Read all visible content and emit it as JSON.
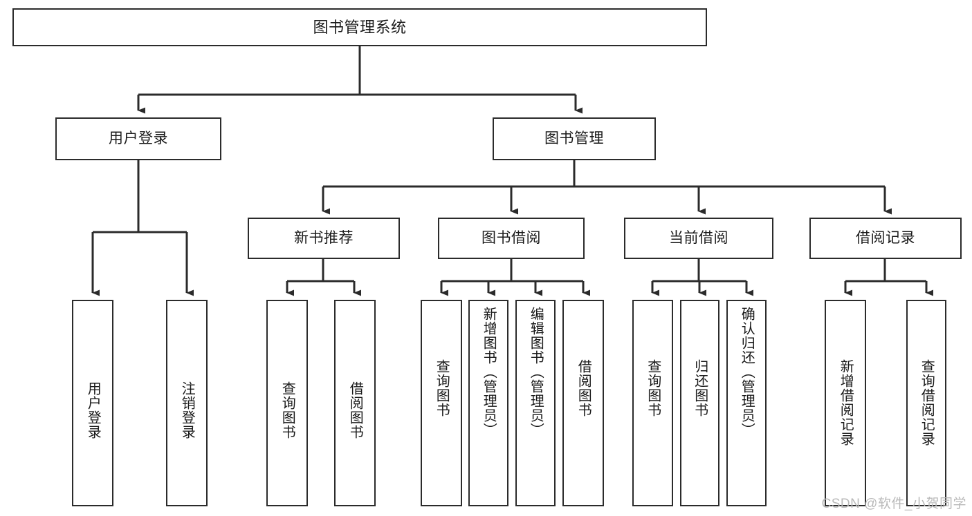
{
  "diagram": {
    "title": "图书管理系统",
    "watermark": "CSDN @软件_小贺同学",
    "line_color": "#2b2b2b",
    "box_border_color": "#2b2b2b",
    "box_fill": "#ffffff",
    "text_color": "#1a1a1a",
    "watermark_color": "#b9b9b9"
  },
  "nodes": {
    "root": {
      "label": "图书管理系统"
    },
    "level1": [
      {
        "label": "用户登录"
      },
      {
        "label": "图书管理"
      }
    ],
    "level2": [
      {
        "label": "新书推荐"
      },
      {
        "label": "图书借阅"
      },
      {
        "label": "当前借阅"
      },
      {
        "label": "借阅记录"
      }
    ],
    "leaves": [
      {
        "label": "用户登录"
      },
      {
        "label": "注销登录"
      },
      {
        "label": "查询图书"
      },
      {
        "label": "借阅图书"
      },
      {
        "label": "查询图书"
      },
      {
        "label": "新增图书（管理员）"
      },
      {
        "label": "编辑图书（管理员）"
      },
      {
        "label": "借阅图书"
      },
      {
        "label": "查询图书"
      },
      {
        "label": "归还图书"
      },
      {
        "label": "确认归还（管理员）"
      },
      {
        "label": "新增借阅记录"
      },
      {
        "label": "查询借阅记录"
      }
    ]
  }
}
